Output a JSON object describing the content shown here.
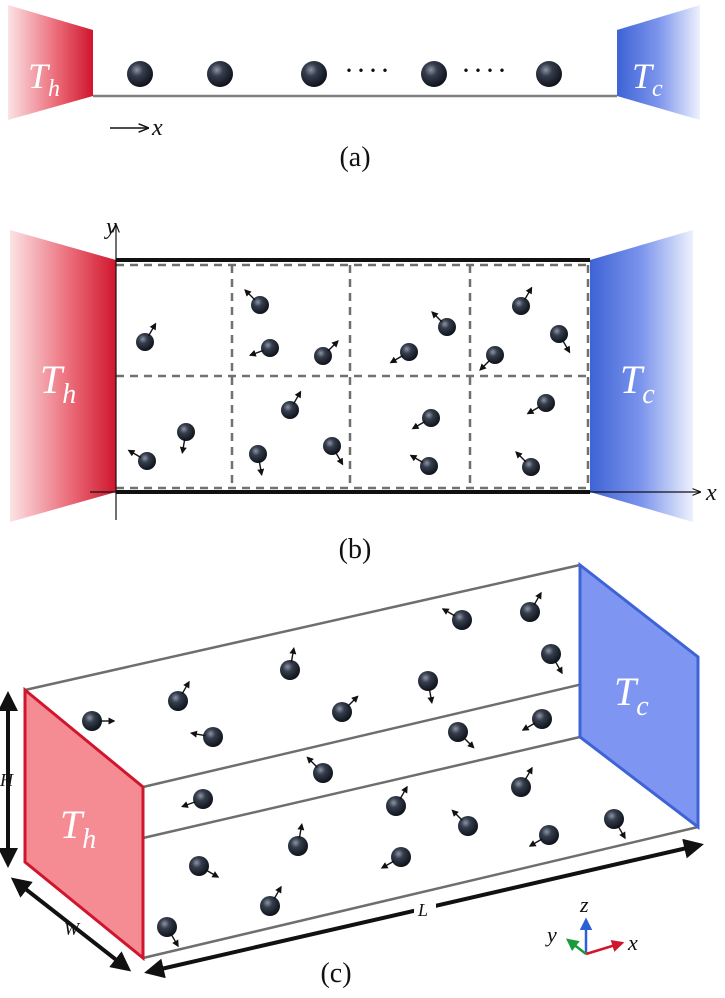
{
  "panels": {
    "a": {
      "label": "(a)",
      "hot_symbol": "T",
      "hot_subscript": "h",
      "cold_symbol": "T",
      "cold_subscript": "c",
      "axis_label": "x",
      "dots_label": "····"
    },
    "b": {
      "label": "(b)",
      "hot_symbol": "T",
      "hot_subscript": "h",
      "cold_symbol": "T",
      "cold_subscript": "c",
      "x_axis_label": "x",
      "y_axis_label": "y"
    },
    "c": {
      "label": "(c)",
      "hot_symbol": "T",
      "hot_subscript": "h",
      "cold_symbol": "T",
      "cold_subscript": "c",
      "height_label": "H",
      "width_label": "W",
      "length_label": "L",
      "triad_x": "x",
      "triad_y": "y",
      "triad_z": "z"
    }
  },
  "colors": {
    "hot": "#d0162e",
    "hot_light": "#f58c93",
    "cold": "#3e63d6",
    "cold_light": "#7e96f2",
    "particle": "#1c2331",
    "grid": "#707070",
    "wall": "#111111"
  }
}
